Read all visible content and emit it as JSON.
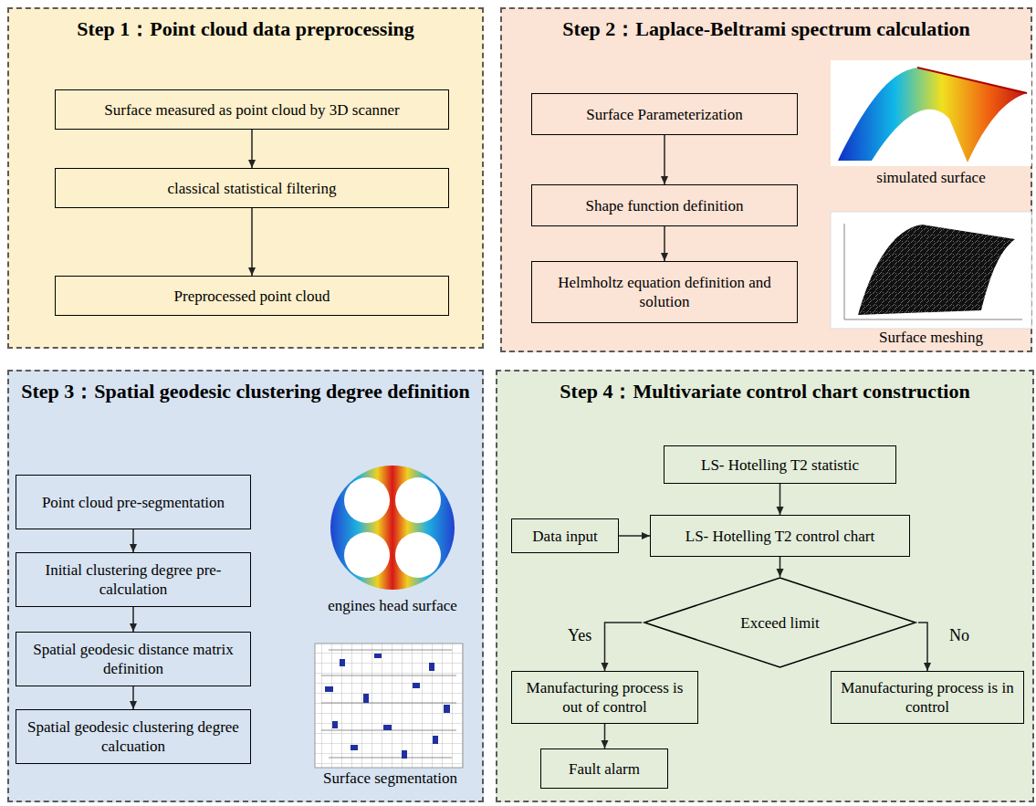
{
  "diagram": {
    "nodes": [
      {
        "text": [
          "Step 1：Point cloud data preprocessing"
        ]
      },
      {
        "text": [
          "Surface measured as point cloud by 3D scanner"
        ],
        "in": 0
      },
      {
        "text": [
          "classical statistical filtering"
        ],
        "in": 0
      },
      {
        "text": [
          "Preprocessed point cloud"
        ],
        "in": 0
      },
      {
        "text": [
          "Step 2：Laplace-Beltrami spectrum calculation"
        ]
      },
      {
        "text": [
          "Surface Parameterization"
        ],
        "in": 4
      },
      {
        "text": [
          "Shape function definition"
        ],
        "in": 4
      },
      {
        "text": [
          "Helmholtz equation definition and solution"
        ],
        "in": 4
      },
      {
        "text": [
          "Step 3：Spatial geodesic clustering degree definition"
        ]
      },
      {
        "text": [
          "Point cloud pre-segmentation"
        ],
        "in": 8
      },
      {
        "text": [
          "Initial clustering degree pre-calculation"
        ],
        "in": 8
      },
      {
        "text": [
          "Spatial geodesic distance matrix definition"
        ],
        "in": 8
      },
      {
        "text": [
          "Spatial geodesic clustering degree calcuation"
        ],
        "in": 8
      },
      {
        "text": [
          "Step 4：Multivariate control chart construction"
        ]
      },
      {
        "text": [
          "LS- Hotelling T2 statistic"
        ],
        "in": 13
      },
      {
        "text": [
          "LS- Hotelling T2 control chart"
        ],
        "in": 13
      },
      {
        "text": [
          "Data input"
        ],
        "in": 13
      },
      {
        "text": [
          "Exceed limit"
        ],
        "in": 13
      },
      {
        "text": [
          "Manufacturing process is out of control"
        ],
        "in": 13
      },
      {
        "text": [
          "Manufacturing process is in control"
        ],
        "in": 13
      },
      {
        "text": [
          "Fault alarm"
        ],
        "in": 13
      }
    ],
    "edges": [
      {
        "from": 1,
        "to": 2,
        "arrow": "to"
      },
      {
        "from": 2,
        "to": 3,
        "arrow": "to"
      },
      {
        "from": 5,
        "to": 6,
        "arrow": "to"
      },
      {
        "from": 6,
        "to": 7,
        "arrow": "to"
      },
      {
        "from": 9,
        "to": 10,
        "arrow": "to"
      },
      {
        "from": 10,
        "to": 11,
        "arrow": "to"
      },
      {
        "from": 11,
        "to": 12,
        "arrow": "to"
      },
      {
        "from": 14,
        "to": 15,
        "arrow": "to"
      },
      {
        "from": 16,
        "to": 15,
        "arrow": "to"
      },
      {
        "from": 15,
        "to": 17,
        "arrow": "to"
      },
      {
        "from": 17,
        "to": 18,
        "label": "Yes",
        "arrow": "to"
      },
      {
        "from": 17,
        "to": 19,
        "label": "No",
        "arrow": "to"
      },
      {
        "from": 18,
        "to": 20,
        "arrow": "to"
      }
    ],
    "labels": [
      "simulated surface",
      "Surface meshing",
      "engines head surface",
      "Surface segmentation"
    ]
  }
}
